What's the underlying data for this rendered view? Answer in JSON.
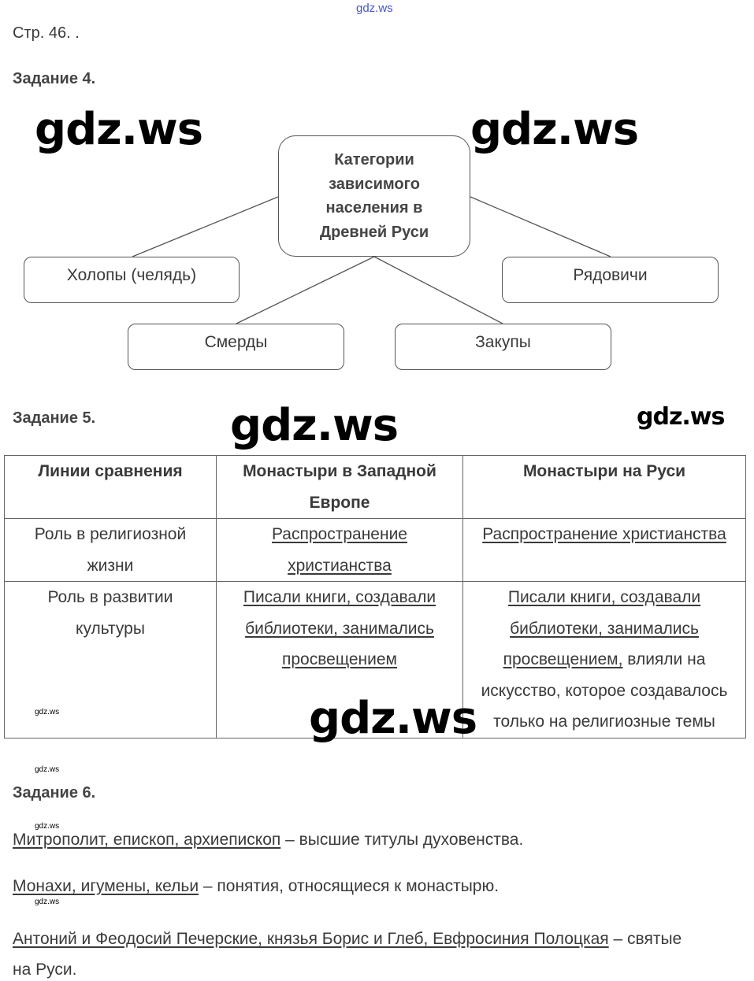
{
  "watermark": "gdz.ws",
  "page_ref": "Стр. 46. .",
  "task4": {
    "title": "Задание 4.",
    "center": [
      "Категории",
      "зависимого",
      "населения в",
      "Древней Руси"
    ],
    "items": [
      "Холопы (челядь)",
      "Рядовичи",
      "Смерды",
      "Закупы"
    ]
  },
  "task5": {
    "title": "Задание 5.",
    "headers": [
      "Линии сравнения",
      "Монастыри в Западной Европе",
      "Монастыри на Руси"
    ],
    "rows": [
      {
        "label": "Роль в религиозной жизни",
        "west": "Распространение христианства",
        "rus": "Распространение христианства",
        "rus_rest": ""
      },
      {
        "label": "Роль в развитии культуры",
        "west": "Писали книги, создавали библиотеки, занимались просвещением",
        "rus": "Писали книги, создавали библиотеки, занимались просвещением,",
        "rus_rest": " влияли на искусство, которое создавалось только на религиозные темы"
      }
    ]
  },
  "task6": {
    "title": "Задание 6.",
    "lines": [
      {
        "u": "Митрополит, епископ, архиепископ",
        "rest": " – высшие титулы духовенства."
      },
      {
        "u": "Монахи, игумены, кельи",
        "rest": " – понятия, относящиеся к монастырю."
      },
      {
        "u": "Антоний и Феодосий Печерские, князья Борис и Глеб, Евфросиния Полоцкая",
        "rest": " – святые на Руси."
      }
    ]
  }
}
